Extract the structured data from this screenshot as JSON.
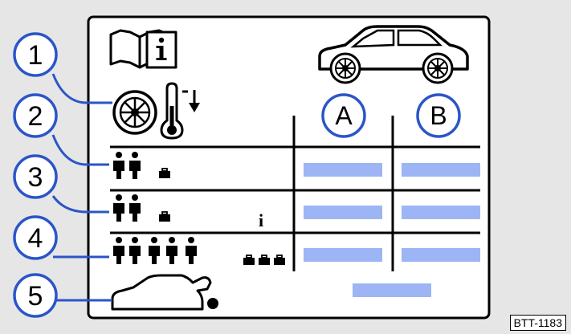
{
  "figure": {
    "background_color": "#e6e6e6",
    "callout_color": "#2b55c8",
    "bar_color": "#9db5f5",
    "reference_code": "BTT-1183"
  },
  "callouts": [
    {
      "number": "1"
    },
    {
      "number": "2"
    },
    {
      "number": "3"
    },
    {
      "number": "4"
    },
    {
      "number": "5"
    }
  ],
  "columns": [
    {
      "label": "A"
    },
    {
      "label": "B"
    }
  ],
  "label": {
    "info_symbol": "i",
    "icons": [
      "manual-info-icon",
      "car-side-icon",
      "wheel-icon",
      "temperature-down-icon",
      "two-occupants-icon",
      "small-luggage-icon",
      "info-icon",
      "five-occupants-icon",
      "three-luggage-icon",
      "car-open-trunk-icon",
      "dot-icon"
    ]
  }
}
